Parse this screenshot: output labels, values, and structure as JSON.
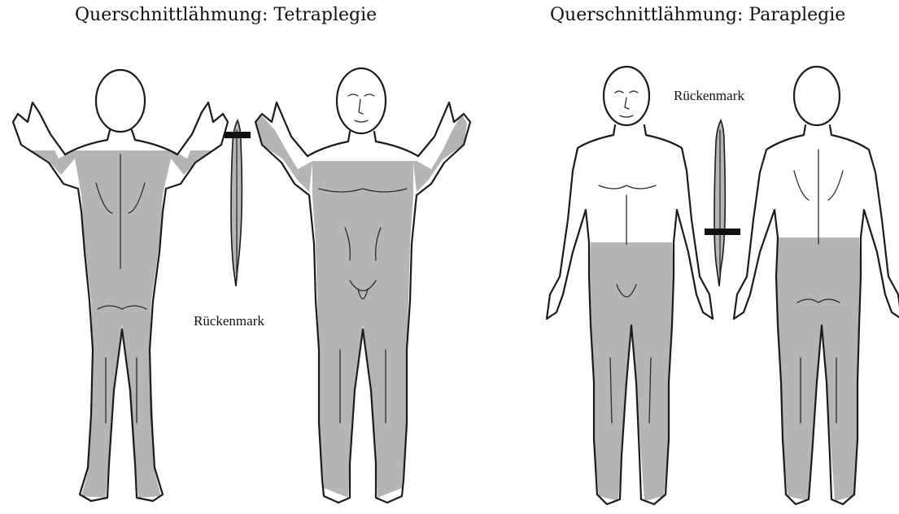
{
  "tetraplegia": {
    "title": "Querschnittlähmung: Tetraplegie",
    "spinal_cord_label": "Rückenmark"
  },
  "paraplegia": {
    "title": "Querschnittlähmung: Paraplegie",
    "spinal_cord_label": "Rückenmark"
  },
  "colors": {
    "paralyzed_area": "#b5b5b5",
    "outline": "#1a1a1a",
    "lesion_marker": "#111111"
  }
}
